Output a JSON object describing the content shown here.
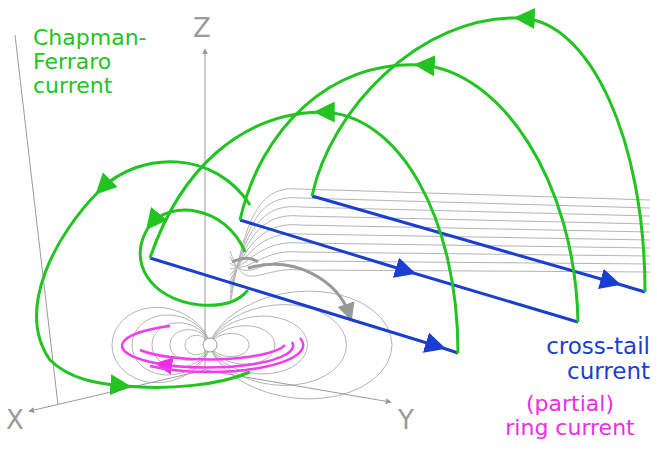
{
  "diagram": {
    "labels": [
      "Chapman- Ferraro current",
      "Z",
      "X",
      "Y",
      "cross-tail current",
      "(partial) ring current"
    ]
  }
}
